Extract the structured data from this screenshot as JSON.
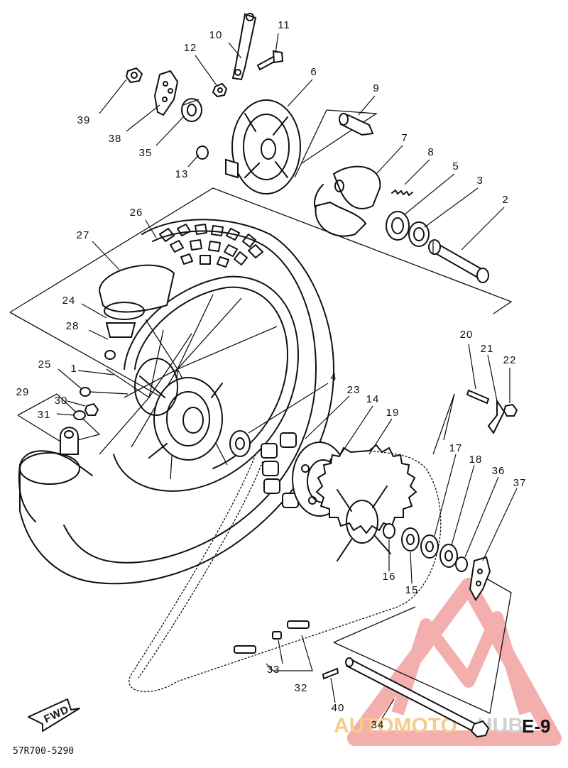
{
  "diagram": {
    "part_numbers": [
      "1",
      "2",
      "3",
      "4",
      "5",
      "6",
      "7",
      "8",
      "9",
      "10",
      "11",
      "12",
      "13",
      "14",
      "15",
      "16",
      "17",
      "18",
      "19",
      "20",
      "21",
      "22",
      "23",
      "24",
      "25",
      "26",
      "27",
      "28",
      "29",
      "30",
      "31",
      "32",
      "33",
      "34",
      "35",
      "36",
      "37",
      "38",
      "39",
      "40"
    ],
    "diagram_code": "57R700-5290",
    "page_ref": "E-9",
    "direction_tag": "FWD"
  },
  "watermark": {
    "brand_part1": "AUTOMOTO",
    "brand_part2": "HUB",
    "colors": {
      "triangle": "#f2a0a0",
      "text_orange": "#f5c47a",
      "text_grey": "#c8c8c8"
    }
  }
}
